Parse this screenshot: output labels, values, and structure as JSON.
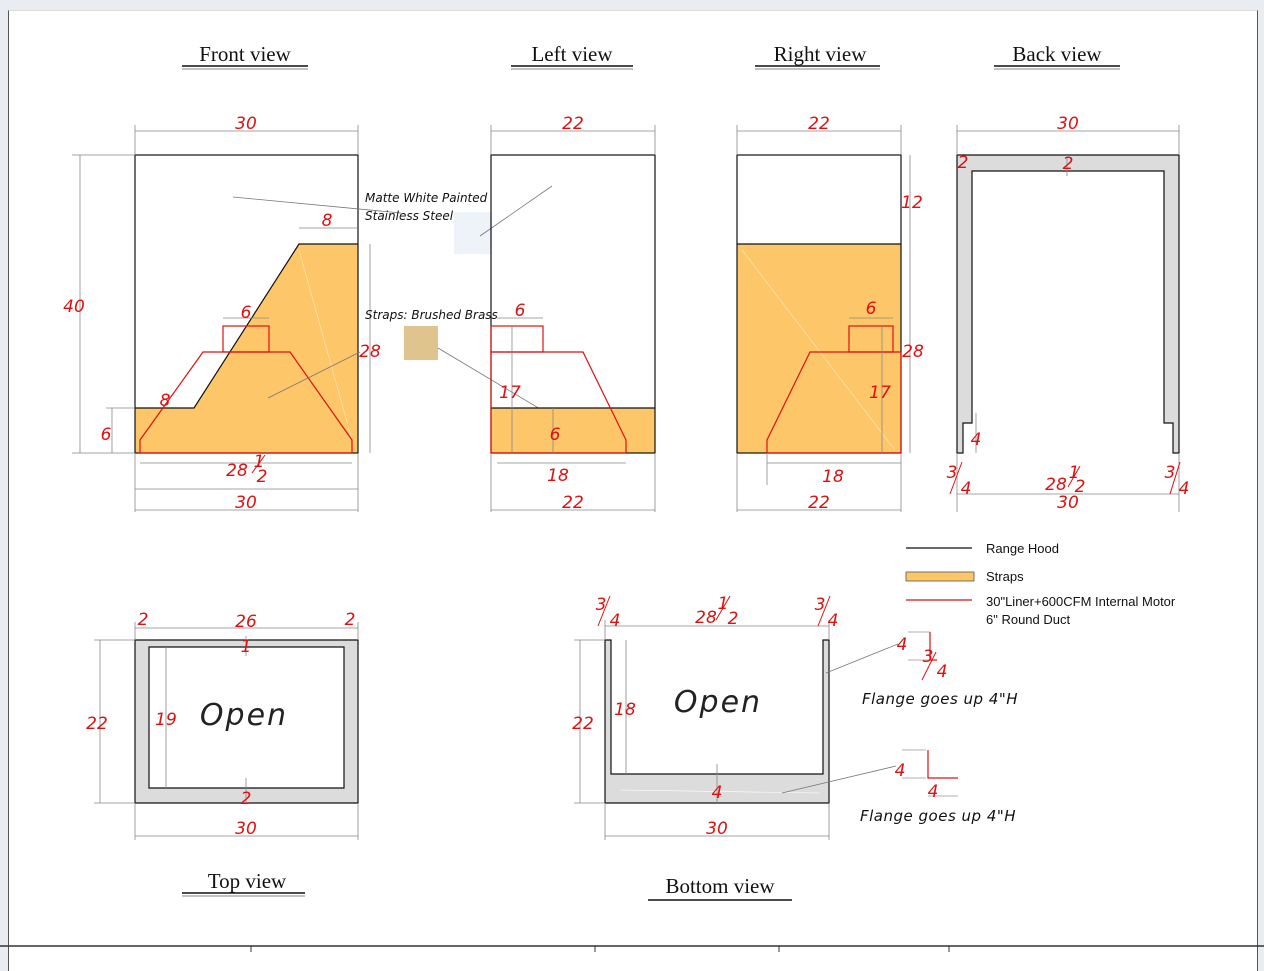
{
  "views": {
    "front": "Front view",
    "left": "Left view",
    "right": "Right view",
    "back": "Back view",
    "top": "Top view",
    "bottom": "Bottom view"
  },
  "notes": {
    "matte_1": "Matte White Painted",
    "matte_2": "Stainless Steel",
    "straps": "Straps: Brushed Brass",
    "flange": "Flange goes up 4\"H",
    "open": "Open"
  },
  "legend": {
    "range_hood": "Range Hood",
    "straps": "Straps",
    "liner_1": "30\"Liner+600CFM Internal Motor",
    "liner_2": "6\" Round Duct"
  },
  "dims": {
    "d30": "30",
    "d40": "40",
    "d22": "22",
    "d8": "8",
    "d6": "6",
    "d28": "28",
    "d17": "17",
    "d18": "18",
    "d12": "12",
    "d2": "2",
    "d4": "4",
    "d3": "3",
    "d1": "1",
    "d26": "26",
    "d19": "19"
  },
  "colors": {
    "strap": "#fdc769",
    "dimension": "#e01010",
    "wall": "#dcdcdc",
    "brass": "#dfc48e"
  }
}
